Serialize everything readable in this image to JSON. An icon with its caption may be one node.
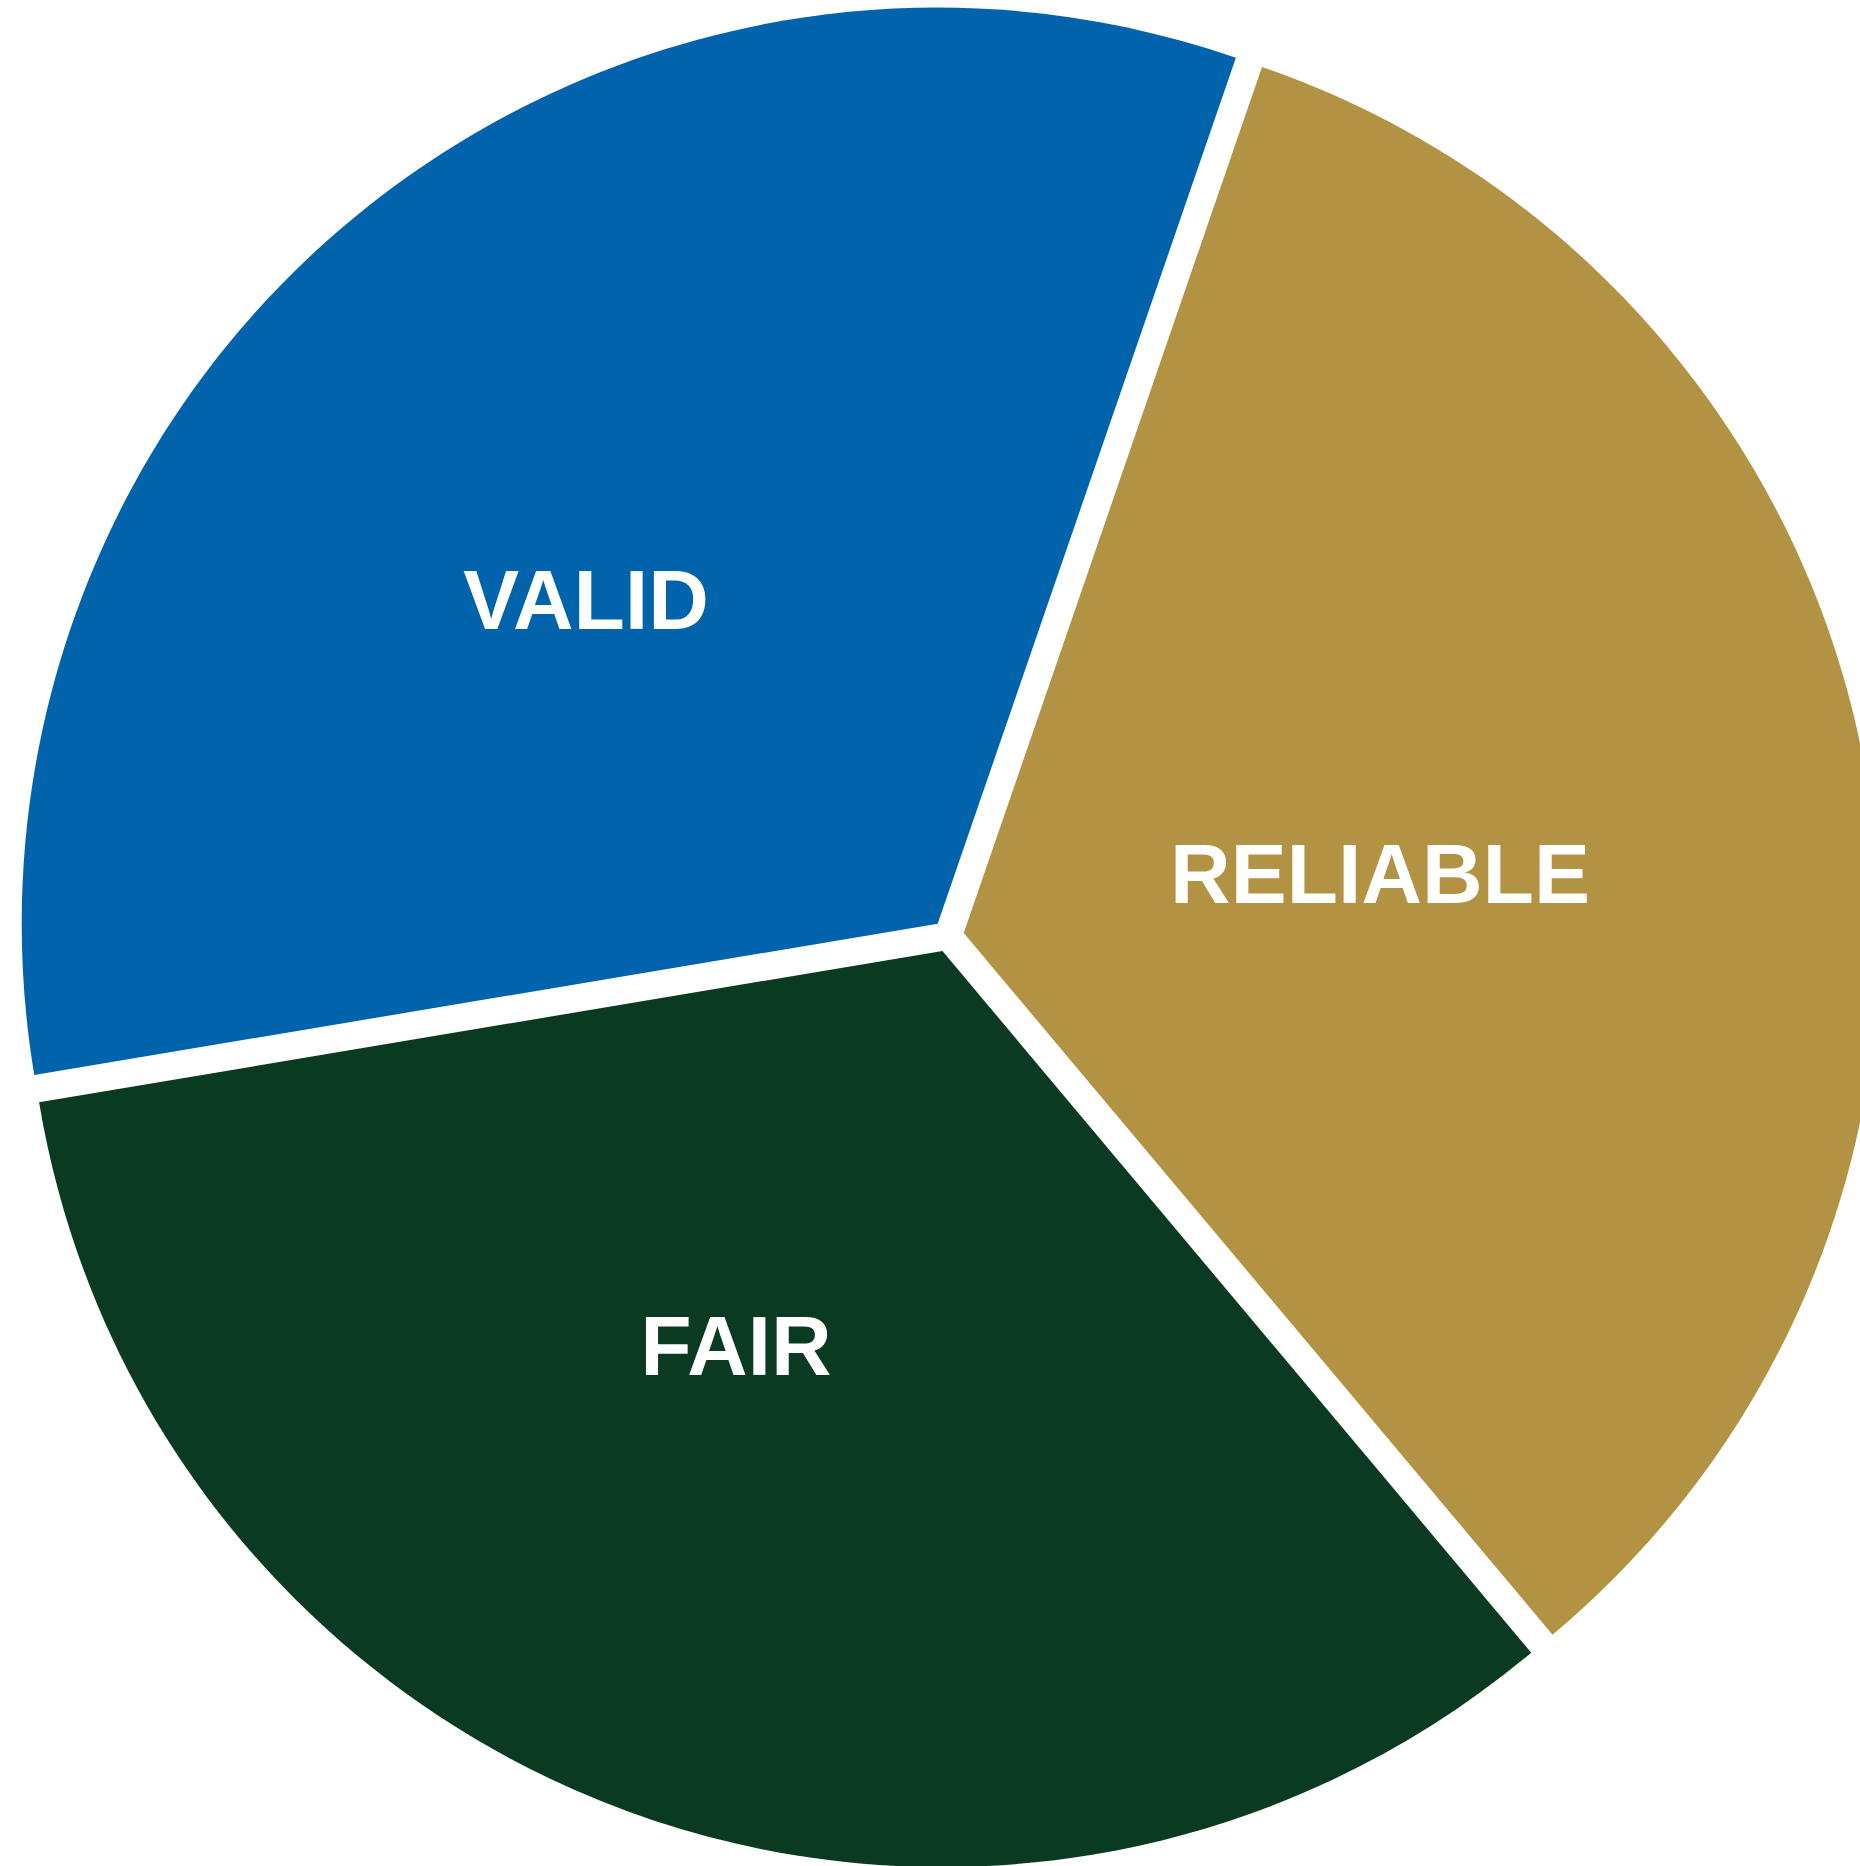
{
  "diagram": {
    "nodes": [
      {
        "text": [
          "VALID"
        ]
      },
      {
        "text": [
          "RELIABLE"
        ]
      },
      {
        "text": [
          "FAIR"
        ]
      }
    ]
  }
}
